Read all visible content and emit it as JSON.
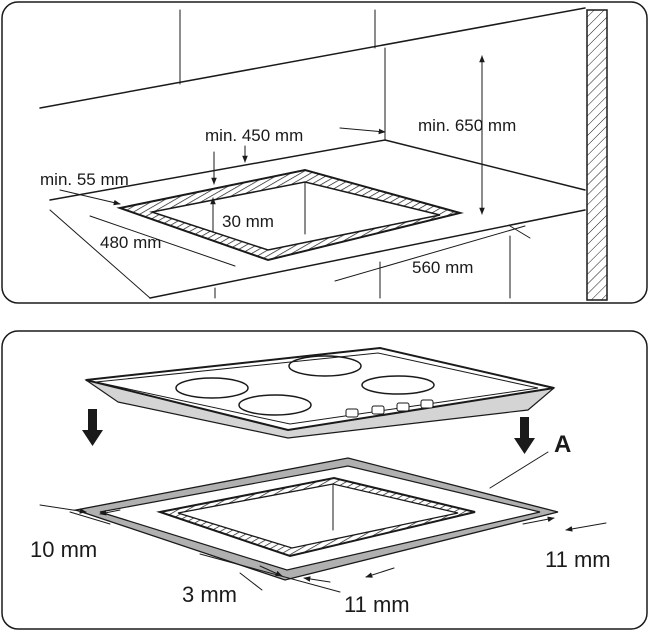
{
  "installation": {
    "panel_top": {
      "dim_min_650": "min. 650 mm",
      "dim_min_450": "min. 450 mm",
      "dim_min_55": "min. 55 mm",
      "dim_30": "30 mm",
      "dim_480": "480 mm",
      "dim_560": "560 mm"
    },
    "panel_bottom": {
      "label_a": "A",
      "dim_10": "10 mm",
      "dim_11_right": "11 mm",
      "dim_3": "3 mm",
      "dim_11_bottom": "11 mm"
    }
  }
}
